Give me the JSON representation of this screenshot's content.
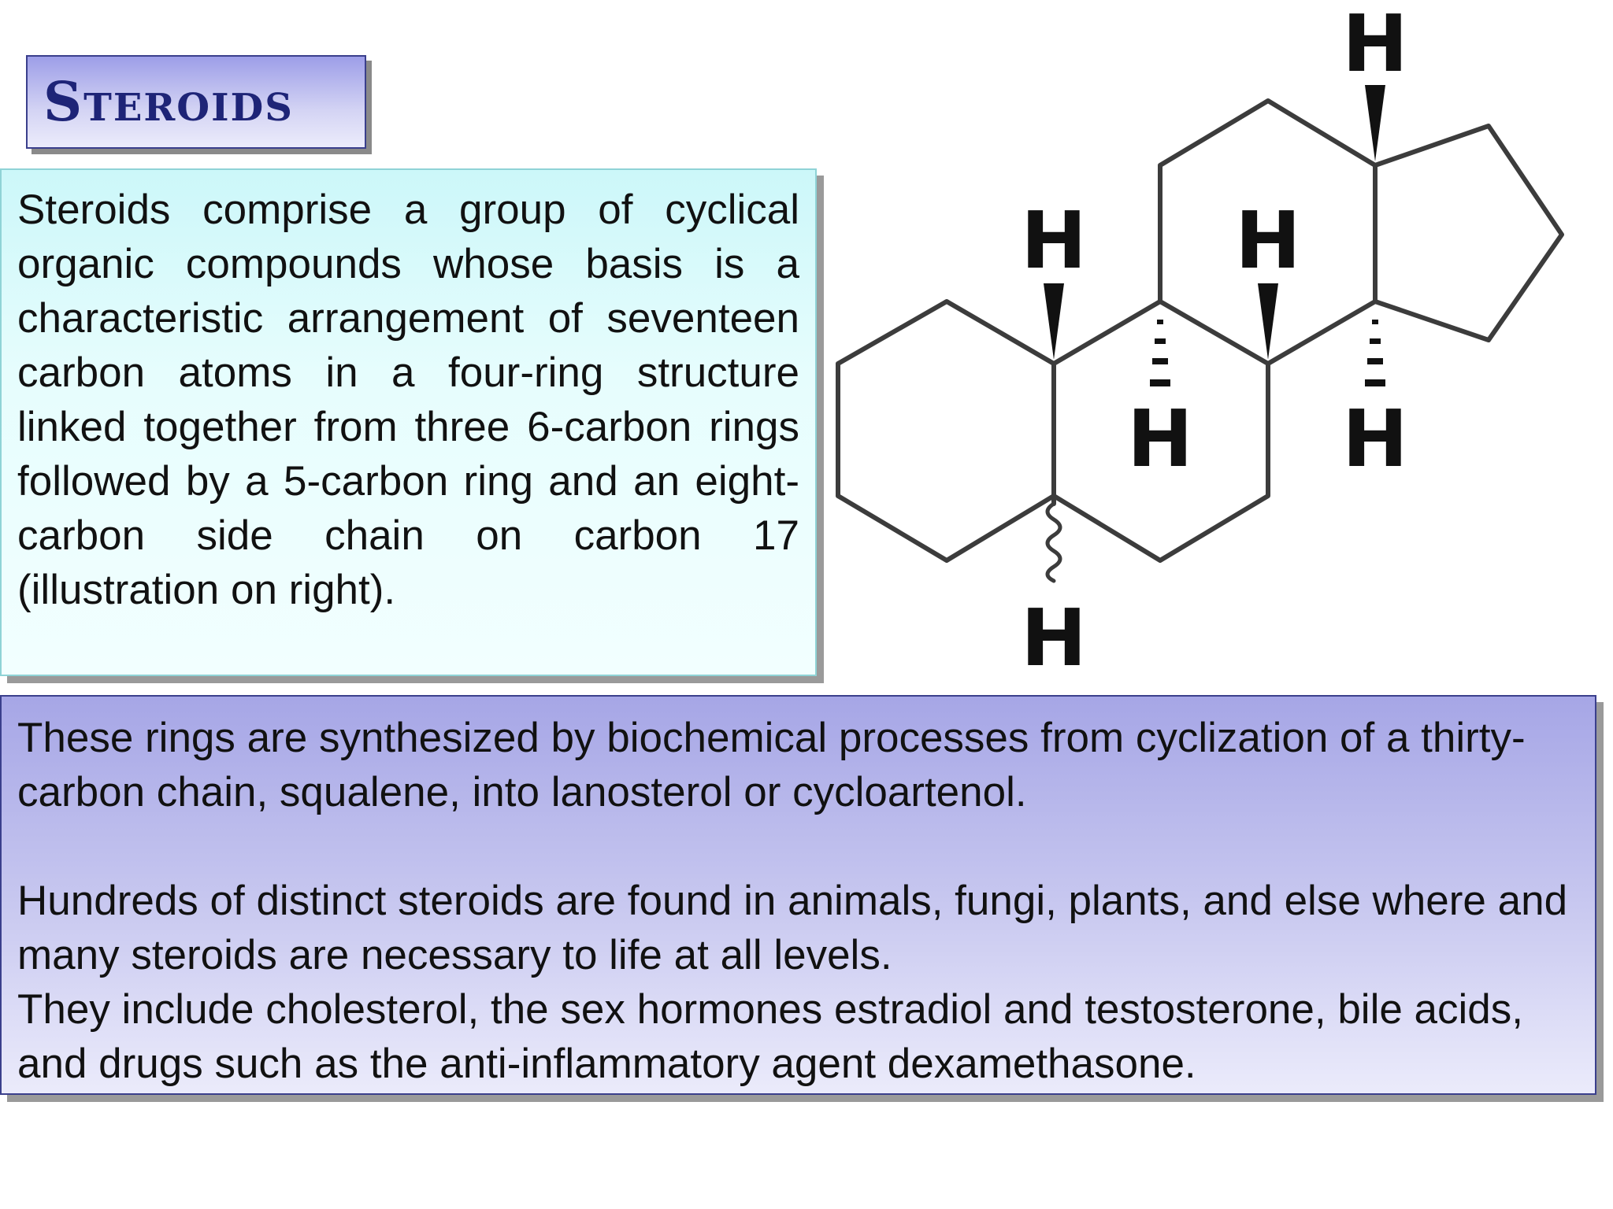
{
  "title": "Steroids",
  "intro_paragraph": "Steroids comprise a group of cyclical organic compounds whose basis is a characteristic arrangement of seventeen carbon atoms in a four-ring structure linked together from three 6-carbon rings followed by a 5-carbon ring and an eight-carbon side chain on carbon 17 (illustration on right).",
  "body": {
    "paragraph_1": "These rings are synthesized by biochemical processes from cyclization of a thirty-carbon chain, squalene, into lanosterol or cycloartenol.",
    "paragraph_2": "Hundreds of distinct steroids are found in animals, fungi, plants, and else where and many steroids are necessary to life at all levels.",
    "paragraph_3": "They include cholesterol, the sex hormones estradiol and testosterone, bile acids, and drugs such as the anti-inflammatory agent dexamethasone."
  },
  "structure_labels": {
    "h_top": "H",
    "h_upper_left": "H",
    "h_upper_middle": "H",
    "h_lower_middle_left": "H",
    "h_lower_middle_right": "H",
    "h_bottom": "H"
  },
  "colors": {
    "title_text": "#1e2477",
    "title_border": "#3a3f8c",
    "intro_bg": "#ccf7f9",
    "body_bg": "#a6a6e6",
    "bond": "#3c3c3c"
  }
}
